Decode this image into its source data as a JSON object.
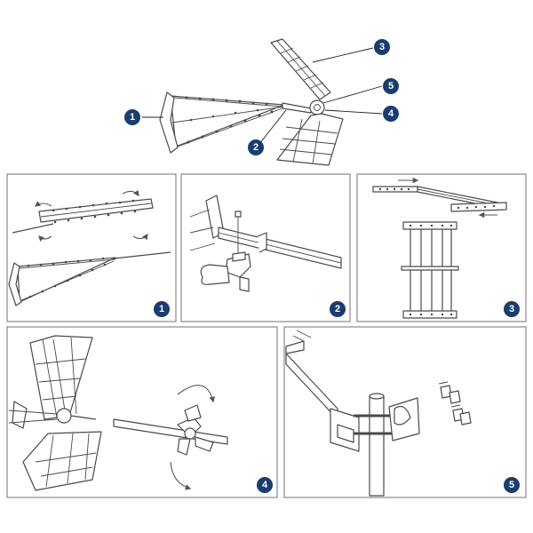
{
  "overview": {
    "callouts": [
      {
        "number": "1",
        "part": "reflector"
      },
      {
        "number": "2",
        "part": "boom"
      },
      {
        "number": "3",
        "part": "upper-element-panel"
      },
      {
        "number": "4",
        "part": "hub"
      },
      {
        "number": "5",
        "part": "lower-element-panel"
      }
    ]
  },
  "steps": [
    {
      "number": "1"
    },
    {
      "number": "2"
    },
    {
      "number": "3"
    },
    {
      "number": "4"
    },
    {
      "number": "5"
    }
  ],
  "colors": {
    "badge": "#1a3c6e",
    "line": "#4a4a4a",
    "frame": "#8a8a8a"
  }
}
